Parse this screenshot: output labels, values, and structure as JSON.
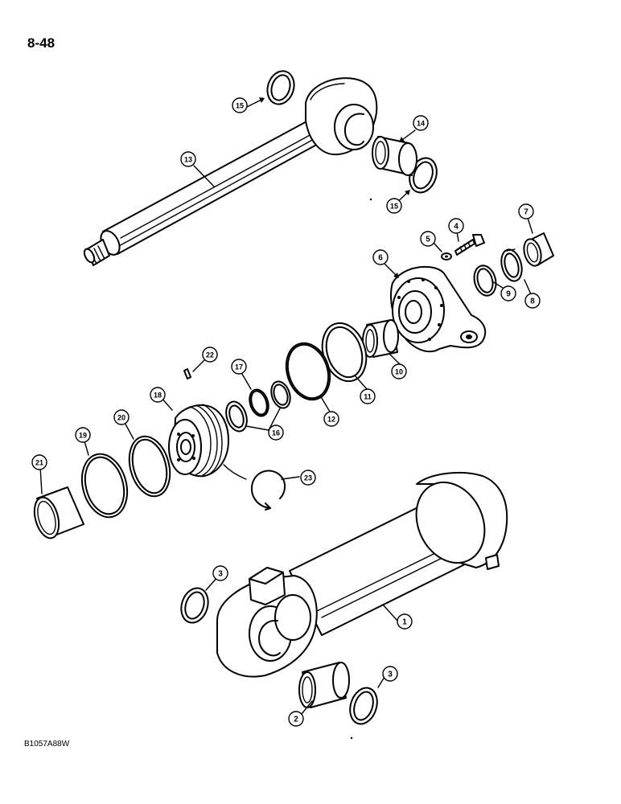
{
  "page_number": "8-48",
  "figure_code": "B1057A88W",
  "callouts": [
    {
      "id": "c1",
      "label": "1"
    },
    {
      "id": "c2",
      "label": "2"
    },
    {
      "id": "c3a",
      "label": "3"
    },
    {
      "id": "c3b",
      "label": "3"
    },
    {
      "id": "c4",
      "label": "4"
    },
    {
      "id": "c5",
      "label": "5"
    },
    {
      "id": "c6",
      "label": "6"
    },
    {
      "id": "c7",
      "label": "7"
    },
    {
      "id": "c8",
      "label": "8"
    },
    {
      "id": "c9",
      "label": "9"
    },
    {
      "id": "c10",
      "label": "10"
    },
    {
      "id": "c11",
      "label": "11"
    },
    {
      "id": "c12",
      "label": "12"
    },
    {
      "id": "c13",
      "label": "13"
    },
    {
      "id": "c14",
      "label": "14"
    },
    {
      "id": "c15a",
      "label": "15"
    },
    {
      "id": "c15b",
      "label": "15"
    },
    {
      "id": "c16",
      "label": "16"
    },
    {
      "id": "c17",
      "label": "17"
    },
    {
      "id": "c18",
      "label": "18"
    },
    {
      "id": "c19",
      "label": "19"
    },
    {
      "id": "c20",
      "label": "20"
    },
    {
      "id": "c21",
      "label": "21"
    },
    {
      "id": "c22",
      "label": "22"
    },
    {
      "id": "c23",
      "label": "23"
    }
  ]
}
